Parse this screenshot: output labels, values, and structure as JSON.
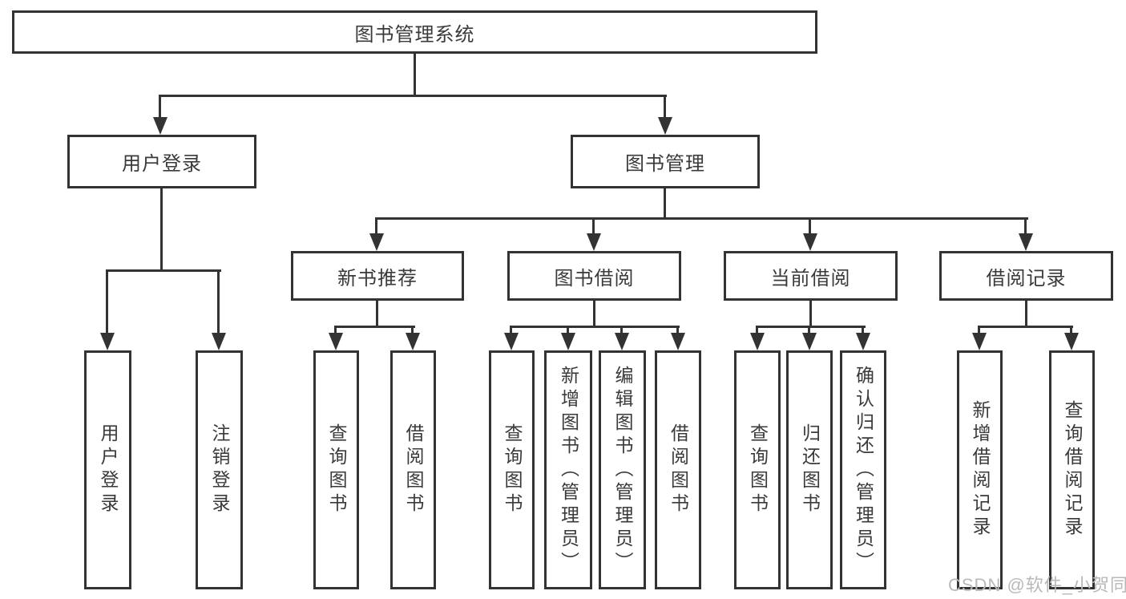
{
  "diagram": {
    "root": {
      "label": "图书管理系统"
    },
    "user_login": {
      "label": "用户登录",
      "children": [
        {
          "label": "用户登录"
        },
        {
          "label": "注销登录"
        }
      ]
    },
    "book_mgmt": {
      "label": "图书管理",
      "sections": [
        {
          "label": "新书推荐",
          "children": [
            {
              "label": "查询图书"
            },
            {
              "label": "借阅图书"
            }
          ]
        },
        {
          "label": "图书借阅",
          "children": [
            {
              "label": "查询图书"
            },
            {
              "label": "新增图书（管理员）"
            },
            {
              "label": "编辑图书（管理员）"
            },
            {
              "label": "借阅图书"
            }
          ]
        },
        {
          "label": "当前借阅",
          "children": [
            {
              "label": "查询图书"
            },
            {
              "label": "归还图书"
            },
            {
              "label": "确认归还（管理员）"
            }
          ]
        },
        {
          "label": "借阅记录",
          "children": [
            {
              "label": "新增借阅记录"
            },
            {
              "label": "查询借阅记录"
            }
          ]
        }
      ]
    }
  },
  "watermark": "CSDN @软件_小贺同学",
  "colors": {
    "line": "#333333",
    "text": "#3a3a3a",
    "background": "#ffffff",
    "watermark": "#b9b9b9"
  }
}
